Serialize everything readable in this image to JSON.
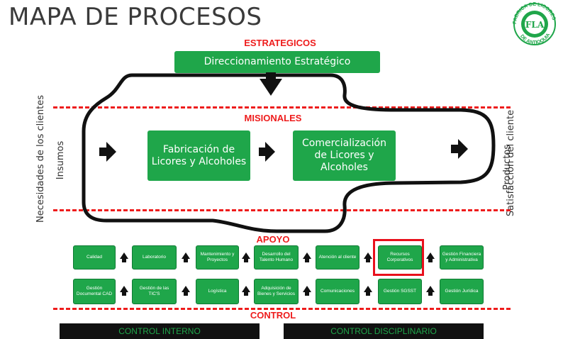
{
  "title": "MAPA DE PROCESOS",
  "logo": {
    "ring_text": "FABRICA DE LICORES DE ANTIOQUIA",
    "mono": "FLA"
  },
  "sections": {
    "strategic": "ESTRATEGICOS",
    "missional": "MISIONALES",
    "support": "APOYO",
    "control": "CONTROL"
  },
  "strategic_box": "Direccionamiento Estratégico",
  "missional_boxes": [
    "Fabricación de\nLicores y Alcoholes",
    "Comercialización\nde Licores y\nAlcoholes"
  ],
  "left_labels": {
    "outer": "Necesidades de los clientes",
    "inner": "Insumos"
  },
  "right_labels": {
    "outer": "Satisfacción del cliente",
    "inner": "Productos"
  },
  "support_row1": [
    "Calidad",
    "Laboratorio",
    "Mantenimiento y Proyectos",
    "Desarrollo del Talento Humano",
    "Atención al cliente",
    "Recursos Corporativos",
    "Gestión Financiera y Administrativa"
  ],
  "support_row2": [
    "Gestión Documental CAD",
    "Gestión de las TIC'S",
    "Logística",
    "Adquisición de Bienes y Servicios",
    "Comunicaciones",
    "Gestión SGSST",
    "Gestión Jurídica"
  ],
  "highlighted": "Recursos Corporativos",
  "control_boxes": [
    "CONTROL INTERNO",
    "CONTROL DISCIPLINARIO"
  ],
  "colors": {
    "green": "#1fa64a",
    "red": "#ee1c1c",
    "black": "#111111"
  }
}
